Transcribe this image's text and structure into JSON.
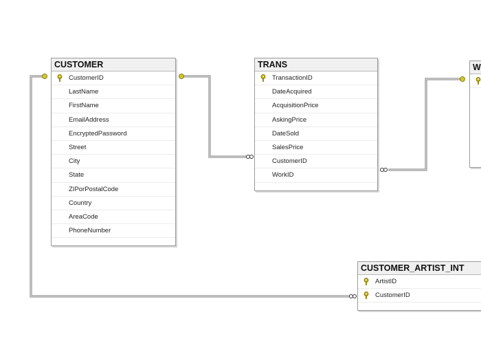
{
  "tables": {
    "customer": {
      "title": "CUSTOMER",
      "columns": [
        {
          "name": "CustomerID",
          "key": true
        },
        {
          "name": "LastName",
          "key": false
        },
        {
          "name": "FirstName",
          "key": false
        },
        {
          "name": "EmailAddress",
          "key": false
        },
        {
          "name": "EncryptedPassword",
          "key": false
        },
        {
          "name": "Street",
          "key": false
        },
        {
          "name": "City",
          "key": false
        },
        {
          "name": "State",
          "key": false
        },
        {
          "name": "ZIPorPostalCode",
          "key": false
        },
        {
          "name": "Country",
          "key": false
        },
        {
          "name": "AreaCode",
          "key": false
        },
        {
          "name": "PhoneNumber",
          "key": false
        }
      ]
    },
    "trans": {
      "title": "TRANS",
      "columns": [
        {
          "name": "TransactionID",
          "key": true
        },
        {
          "name": "DateAcquired",
          "key": false
        },
        {
          "name": "AcquisitionPrice",
          "key": false
        },
        {
          "name": "AskingPrice",
          "key": false
        },
        {
          "name": "DateSold",
          "key": false
        },
        {
          "name": "SalesPrice",
          "key": false
        },
        {
          "name": "CustomerID",
          "key": false
        },
        {
          "name": "WorkID",
          "key": false
        }
      ]
    },
    "work": {
      "title": "W",
      "columns": [
        {
          "name": "",
          "key": true
        }
      ]
    },
    "customer_artist_int": {
      "title": "CUSTOMER_ARTIST_INT",
      "columns": [
        {
          "name": "ArtistID",
          "key": true
        },
        {
          "name": "CustomerID",
          "key": true
        }
      ]
    }
  },
  "relationships": [
    {
      "name": "customer-to-trans",
      "one": "CUSTOMER",
      "many": "TRANS"
    },
    {
      "name": "work-to-trans",
      "one": "WORK",
      "many": "TRANS"
    },
    {
      "name": "customer-to-customer-artist-int",
      "one": "CUSTOMER",
      "many": "CUSTOMER_ARTIST_INT"
    }
  ],
  "colors": {
    "key_icon": "#c8b400",
    "connector": "#7a7a7a",
    "one_end": "#d4c62a"
  }
}
